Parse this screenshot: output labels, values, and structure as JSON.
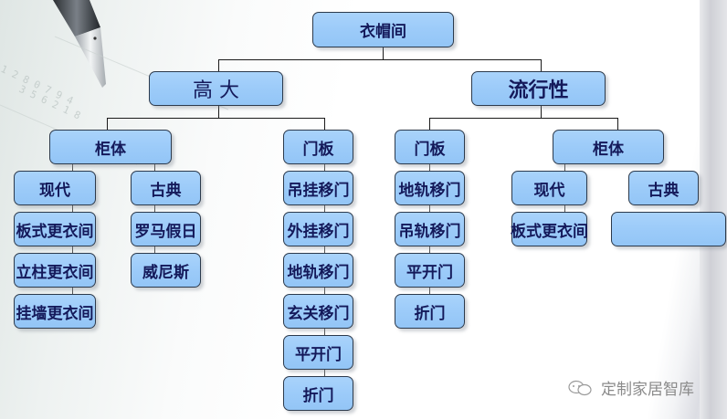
{
  "root": {
    "label": "衣帽间"
  },
  "branches": [
    {
      "label": "高 大",
      "children": [
        {
          "label": "柜体",
          "children": [
            {
              "label": "现代",
              "items": [
                "板式更衣间",
                "立柱更衣间",
                "挂墙更衣间"
              ]
            },
            {
              "label": "古典",
              "items": [
                "罗马假日",
                "威尼斯"
              ]
            }
          ]
        },
        {
          "label": "门板",
          "items": [
            "吊挂移门",
            "外挂移门",
            "地轨移门",
            "玄关移门",
            "平开门",
            "折门"
          ]
        }
      ]
    },
    {
      "label": "流行性",
      "children": [
        {
          "label": "门板",
          "items": [
            "地轨移门",
            "吊轨移门",
            "平开门",
            "折门"
          ]
        },
        {
          "label": "柜体",
          "children": [
            {
              "label": "现代",
              "items": [
                "板式更衣间"
              ]
            },
            {
              "label": "古典",
              "items": [
                ""
              ]
            }
          ]
        }
      ]
    }
  ],
  "watermark": {
    "icon": "wechat-icon",
    "text": "定制家居智库"
  },
  "colors": {
    "box_fill": "#9ccbf9",
    "box_border": "#2c3a4c",
    "text": "#14195a",
    "line": "#1a1a1a"
  }
}
